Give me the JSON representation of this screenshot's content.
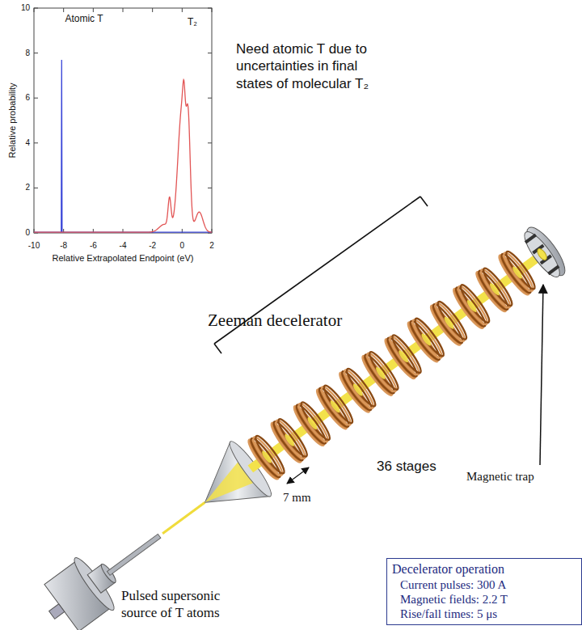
{
  "diagram": {
    "nodes": [
      {
        "text": [
          "Decelerator operation",
          "Current pulses: 300 A",
          "Magnetic fields: 2.2 T",
          "Rise/fall times: 5 μs"
        ]
      }
    ],
    "labels": [
      "Relative probability",
      "10",
      "8",
      "6",
      "4",
      "2",
      "0",
      "-10",
      "-8",
      "-6",
      "-4",
      "-2",
      "0",
      "2",
      "Relative Extrapolated Endpoint (eV)",
      "Atomic T",
      "T₂",
      "Need atomic T due to uncertainties in final states of molecular T₂",
      "Zeeman decelerator",
      "Magnetic trap",
      "36 stages",
      "7 mm",
      "Pulsed supersonic source of T atoms"
    ]
  }
}
